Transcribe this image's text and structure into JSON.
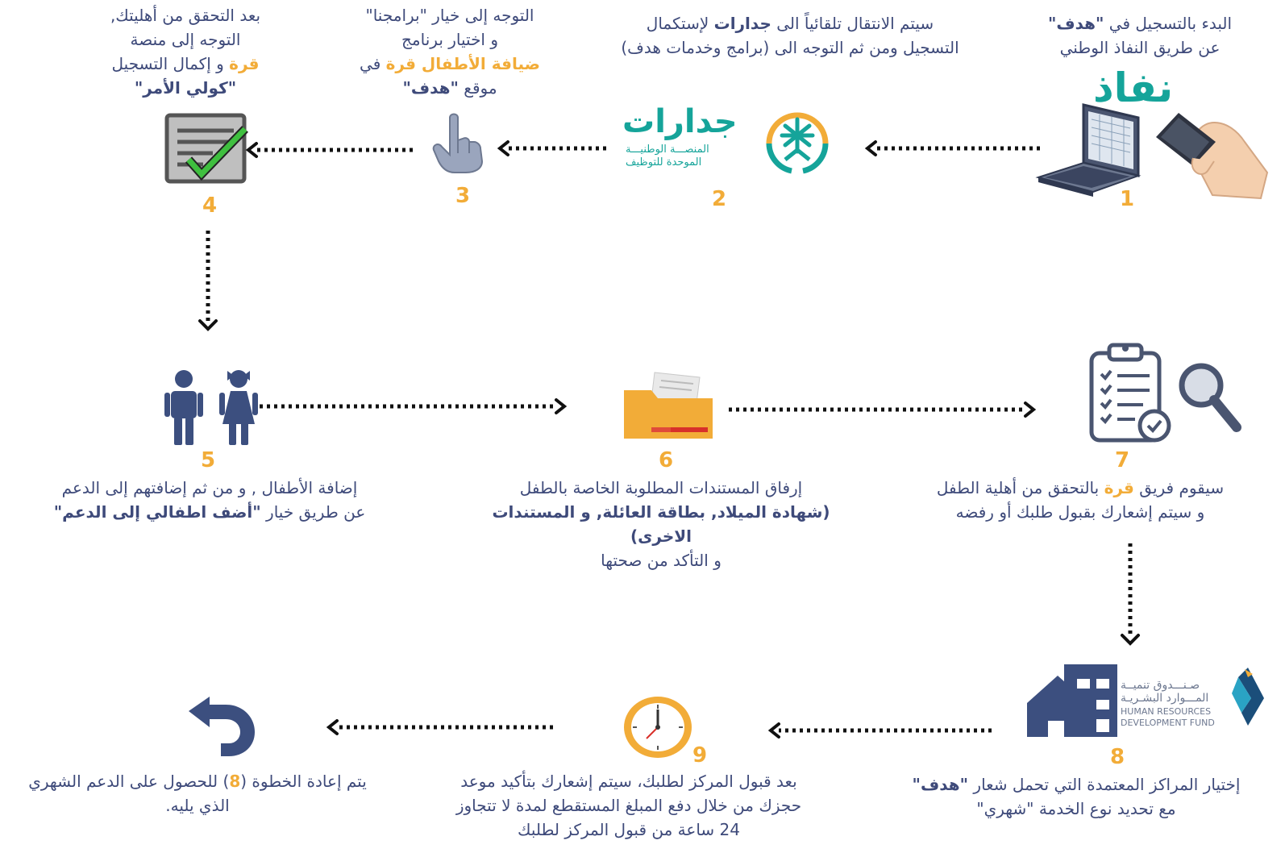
{
  "steps": [
    {
      "num": "1",
      "line1_a": "البدء بالتسجيل في ",
      "line1_b": "\"هدف\"",
      "line2": "عن طريق النفاذ الوطني",
      "logo": "نفاذ"
    },
    {
      "num": "2",
      "line1_a": "سيتم الانتقال تلقائياً الى ",
      "line1_b": "جدارات",
      "line1_c": " لإستكمال",
      "line2": "التسجيل ومن ثم التوجه الى (برامج وخدمات هدف)",
      "logo_main": "جدارات",
      "logo_sub1": "المنصـــة الوطنيـــة",
      "logo_sub2": "الموحدة للتوظيف"
    },
    {
      "num": "3",
      "line1": "التوجه إلى خيار \"برامجنا\"",
      "line2": "و اختيار برنامج",
      "line3_a": "ضيافة الأطفال قرة",
      "line3_b": " في",
      "line4_a": "موقع ",
      "line4_b": "\"هدف\""
    },
    {
      "num": "4",
      "line1": "بعد التحقق من أهليتك,",
      "line2": "التوجه إلى منصة",
      "line3_a": "قرة",
      "line3_b": " و إكمال التسجيل",
      "line4": "\"كولي الأمر\""
    },
    {
      "num": "5",
      "line1": "إضافة الأطفال , و من ثم إضافتهم إلى الدعم",
      "line2_a": "عن طريق خيار  ",
      "line2_b": "\"أضف اطفالي إلى الدعم\""
    },
    {
      "num": "6",
      "line1": "إرفاق المستندات المطلوبة الخاصة بالطفل",
      "line2": "(شهادة الميلاد, بطاقة العائلة, و المستندات",
      "line3": "الاخرى)",
      "line4": "و التأكد من صحتها"
    },
    {
      "num": "7",
      "line1_a": "سيقوم فريق ",
      "line1_b": "قرة",
      "line1_c": " بالتحقق من أهلية الطفل",
      "line2": "و سيتم إشعارك بقبول طلبك أو رفضه"
    },
    {
      "num": "8",
      "line1_a": "إختيار المراكز المعتمدة التي تحمل شعار ",
      "line1_b": "\"هدف\"",
      "line2": "مع تحديد نوع الخدمة \"شهري\"",
      "logo_ar1": "صـنـــدوق تنميــة",
      "logo_ar2": "المـــوارد البشـريـة",
      "logo_en1": "HUMAN RESOURCES",
      "logo_en2": "DEVELOPMENT FUND"
    },
    {
      "num": "9",
      "line1": "بعد قبول المركز لطلبك، سيتم إشعارك بتأكيد موعد",
      "line2": "حجزك من خلال دفع المبلغ المستقطع لمدة لا تتجاوز",
      "line3": "24 ساعة من قبول المركز لطلبك"
    },
    {
      "line1_a": "يتم إعادة الخطوة (",
      "line1_b": "8",
      "line1_c": ") للحصول على الدعم الشهري",
      "line2": "الذي يليه."
    }
  ],
  "colors": {
    "text": "#3e4a7a",
    "accent": "#f2ac38",
    "teal": "#15a49a",
    "navy": "#3c4f7f"
  },
  "icons": [
    "nafath-logo",
    "jadarat-logo",
    "hand-pointer-icon",
    "checklist-icon",
    "children-icon",
    "folder-icon",
    "clipboard-search-icon",
    "hrdf-logo",
    "clock-icon",
    "return-arrow-icon"
  ]
}
